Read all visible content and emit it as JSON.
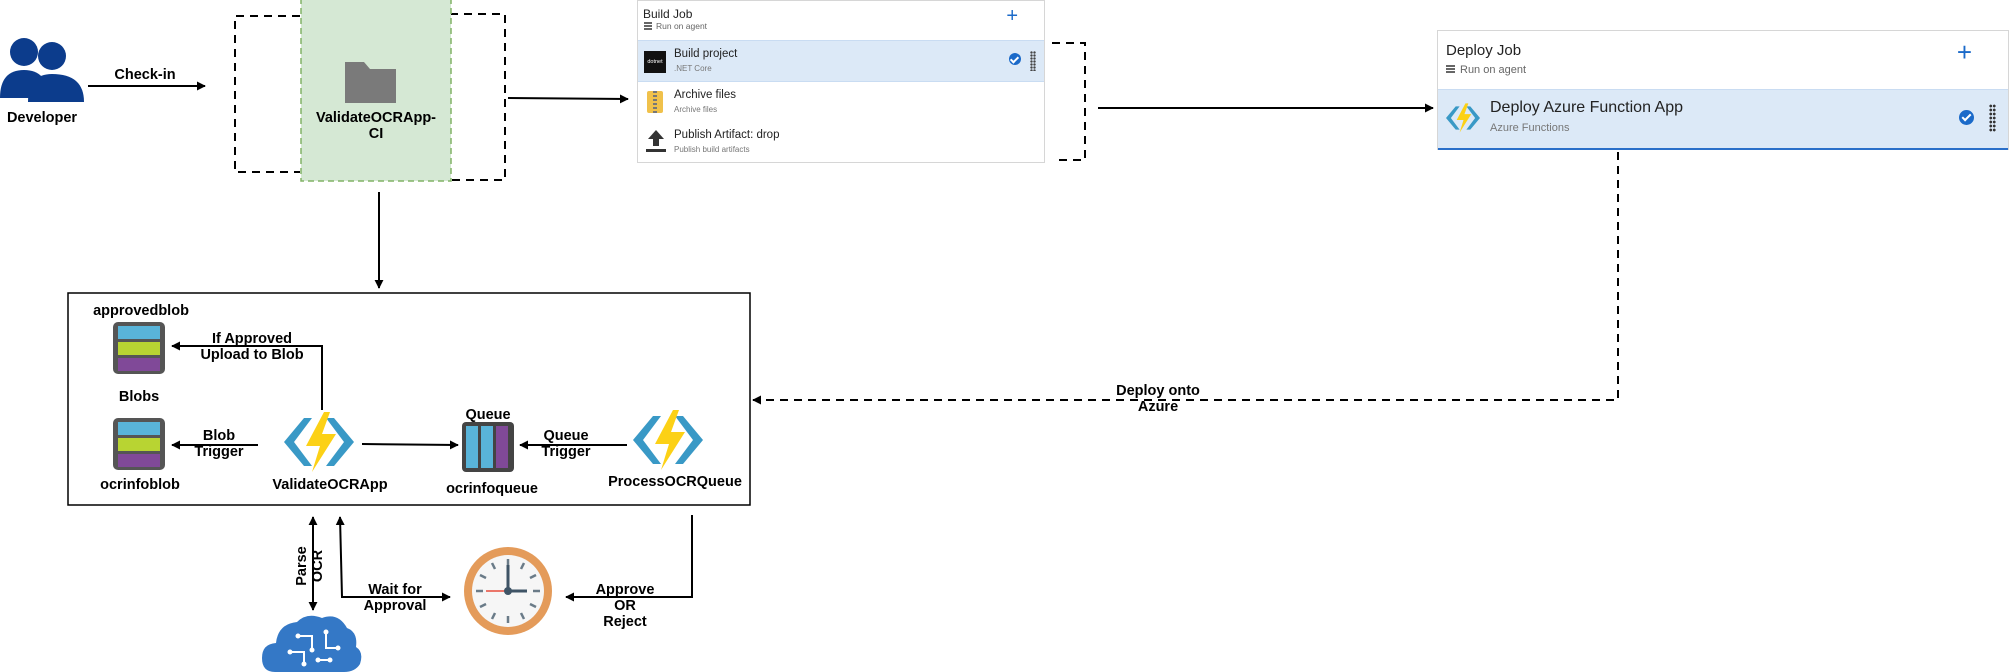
{
  "labels": {
    "developer": "Developer",
    "check_in": "Check-in",
    "ci_pipeline": "ValidateOCRApp-\nCI",
    "approvedblob": "approvedblob",
    "if_approved": "If Approved\nUpload to Blob",
    "blobs": "Blobs",
    "blob_trigger": "Blob\nTrigger",
    "ocrinfoblob": "ocrinfoblob",
    "validate_func": "ValidateOCRApp",
    "queue": "Queue",
    "queue_trigger": "Queue\nTrigger",
    "ocrinfoqueue": "ocrinfoqueue",
    "process_func": "ProcessOCRQueue",
    "deploy_onto": "Deploy onto\nAzure",
    "parse_ocr": "Parse\nOCR",
    "wait_approval": "Wait for\nApproval",
    "approve_reject": "Approve\nOR\nReject"
  },
  "build_job": {
    "title": "Build Job",
    "subtitle": "Run on agent",
    "add_icon": "+",
    "tasks": [
      {
        "name": "Build project",
        "sub": ".NET Core",
        "icon": "dotnet-icon",
        "badge": "dotnet"
      },
      {
        "name": "Archive files",
        "sub": "Archive files",
        "icon": "zip-archive-icon"
      },
      {
        "name": "Publish Artifact: drop",
        "sub": "Publish build artifacts",
        "icon": "upload-icon"
      }
    ]
  },
  "deploy_job": {
    "title": "Deploy Job",
    "subtitle": "Run on agent",
    "add_icon": "+",
    "tasks": [
      {
        "name": "Deploy Azure Function App",
        "sub": "Azure Functions",
        "icon": "azure-function-icon"
      }
    ]
  },
  "colors": {
    "developer_blue": "#0c3c8c",
    "pipeline_green": "#d5e8d4",
    "pipeline_green_border": "#82b366",
    "folder_gray": "#7a7a7a",
    "selected_row": "#dce9f7",
    "check_blue": "#1b6ac9",
    "bolt_yellow": "#fcd116",
    "bracket_blue": "#3999c6",
    "clock_orange": "#e49b5a",
    "cognitive_blue": "#3478c6"
  }
}
